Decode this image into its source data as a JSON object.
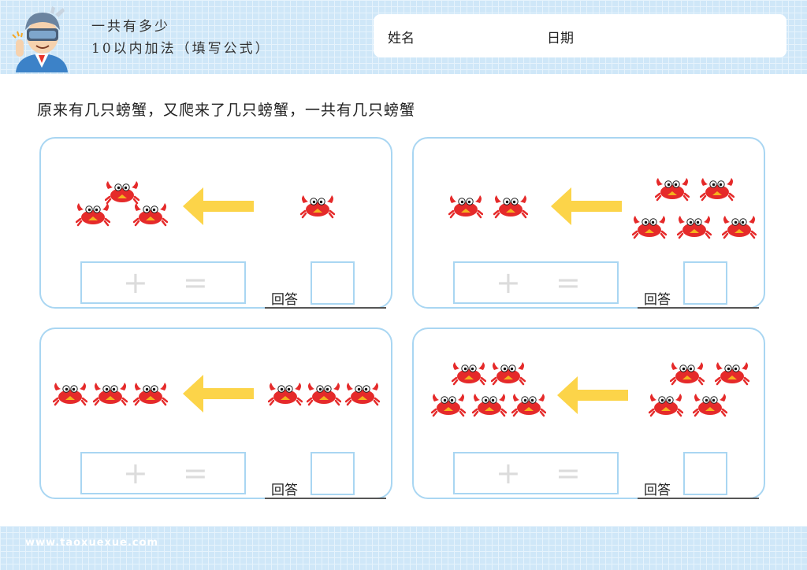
{
  "header": {
    "title_line1": "一共有多少",
    "title_line2": "10以内加法（填写公式）",
    "name_label": "姓名",
    "date_label": "日期"
  },
  "instruction": "原来有几只螃蟹，又爬来了几只螃蟹，一共有几只螃蟹",
  "problems": [
    {
      "left_crabs": 3,
      "right_crabs": 1,
      "answer_label": "回答"
    },
    {
      "left_crabs": 2,
      "right_crabs": 5,
      "answer_label": "回答"
    },
    {
      "left_crabs": 3,
      "right_crabs": 3,
      "answer_label": "回答"
    },
    {
      "left_crabs": 5,
      "right_crabs": 4,
      "answer_label": "回答"
    }
  ],
  "equation_symbols": {
    "plus": "+",
    "equals": "="
  },
  "footer": {
    "url": "www.taoxuexue.com"
  },
  "colors": {
    "header_bg": "#cfe7f8",
    "panel_border": "#a9d6f2",
    "crab_red": "#e52a2a",
    "arrow_yellow": "#fcd449"
  },
  "icons": {
    "crab": "crab-icon",
    "arrow": "arrow-left-icon",
    "mascot": "mascot-vr-boy"
  }
}
